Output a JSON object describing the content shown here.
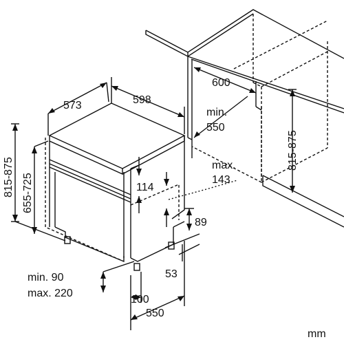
{
  "dimensions": {
    "width_573": "573",
    "width_598": "598",
    "width_600": "600",
    "min_label": "min.",
    "niche_depth_550": "550",
    "height_range_815_875_left": "815-875",
    "height_range_655_725": "655-725",
    "height_range_815_875_right": "815-875",
    "max_label": "max.",
    "max_143": "143",
    "panel_114": "114",
    "plinth_89": "89",
    "plinth_53": "53",
    "min_90": "min. 90",
    "max_220": "max. 220",
    "foot_100": "100",
    "depth_550": "550",
    "unit": "mm"
  },
  "colors": {
    "line": "#111111",
    "background": "#ffffff"
  }
}
